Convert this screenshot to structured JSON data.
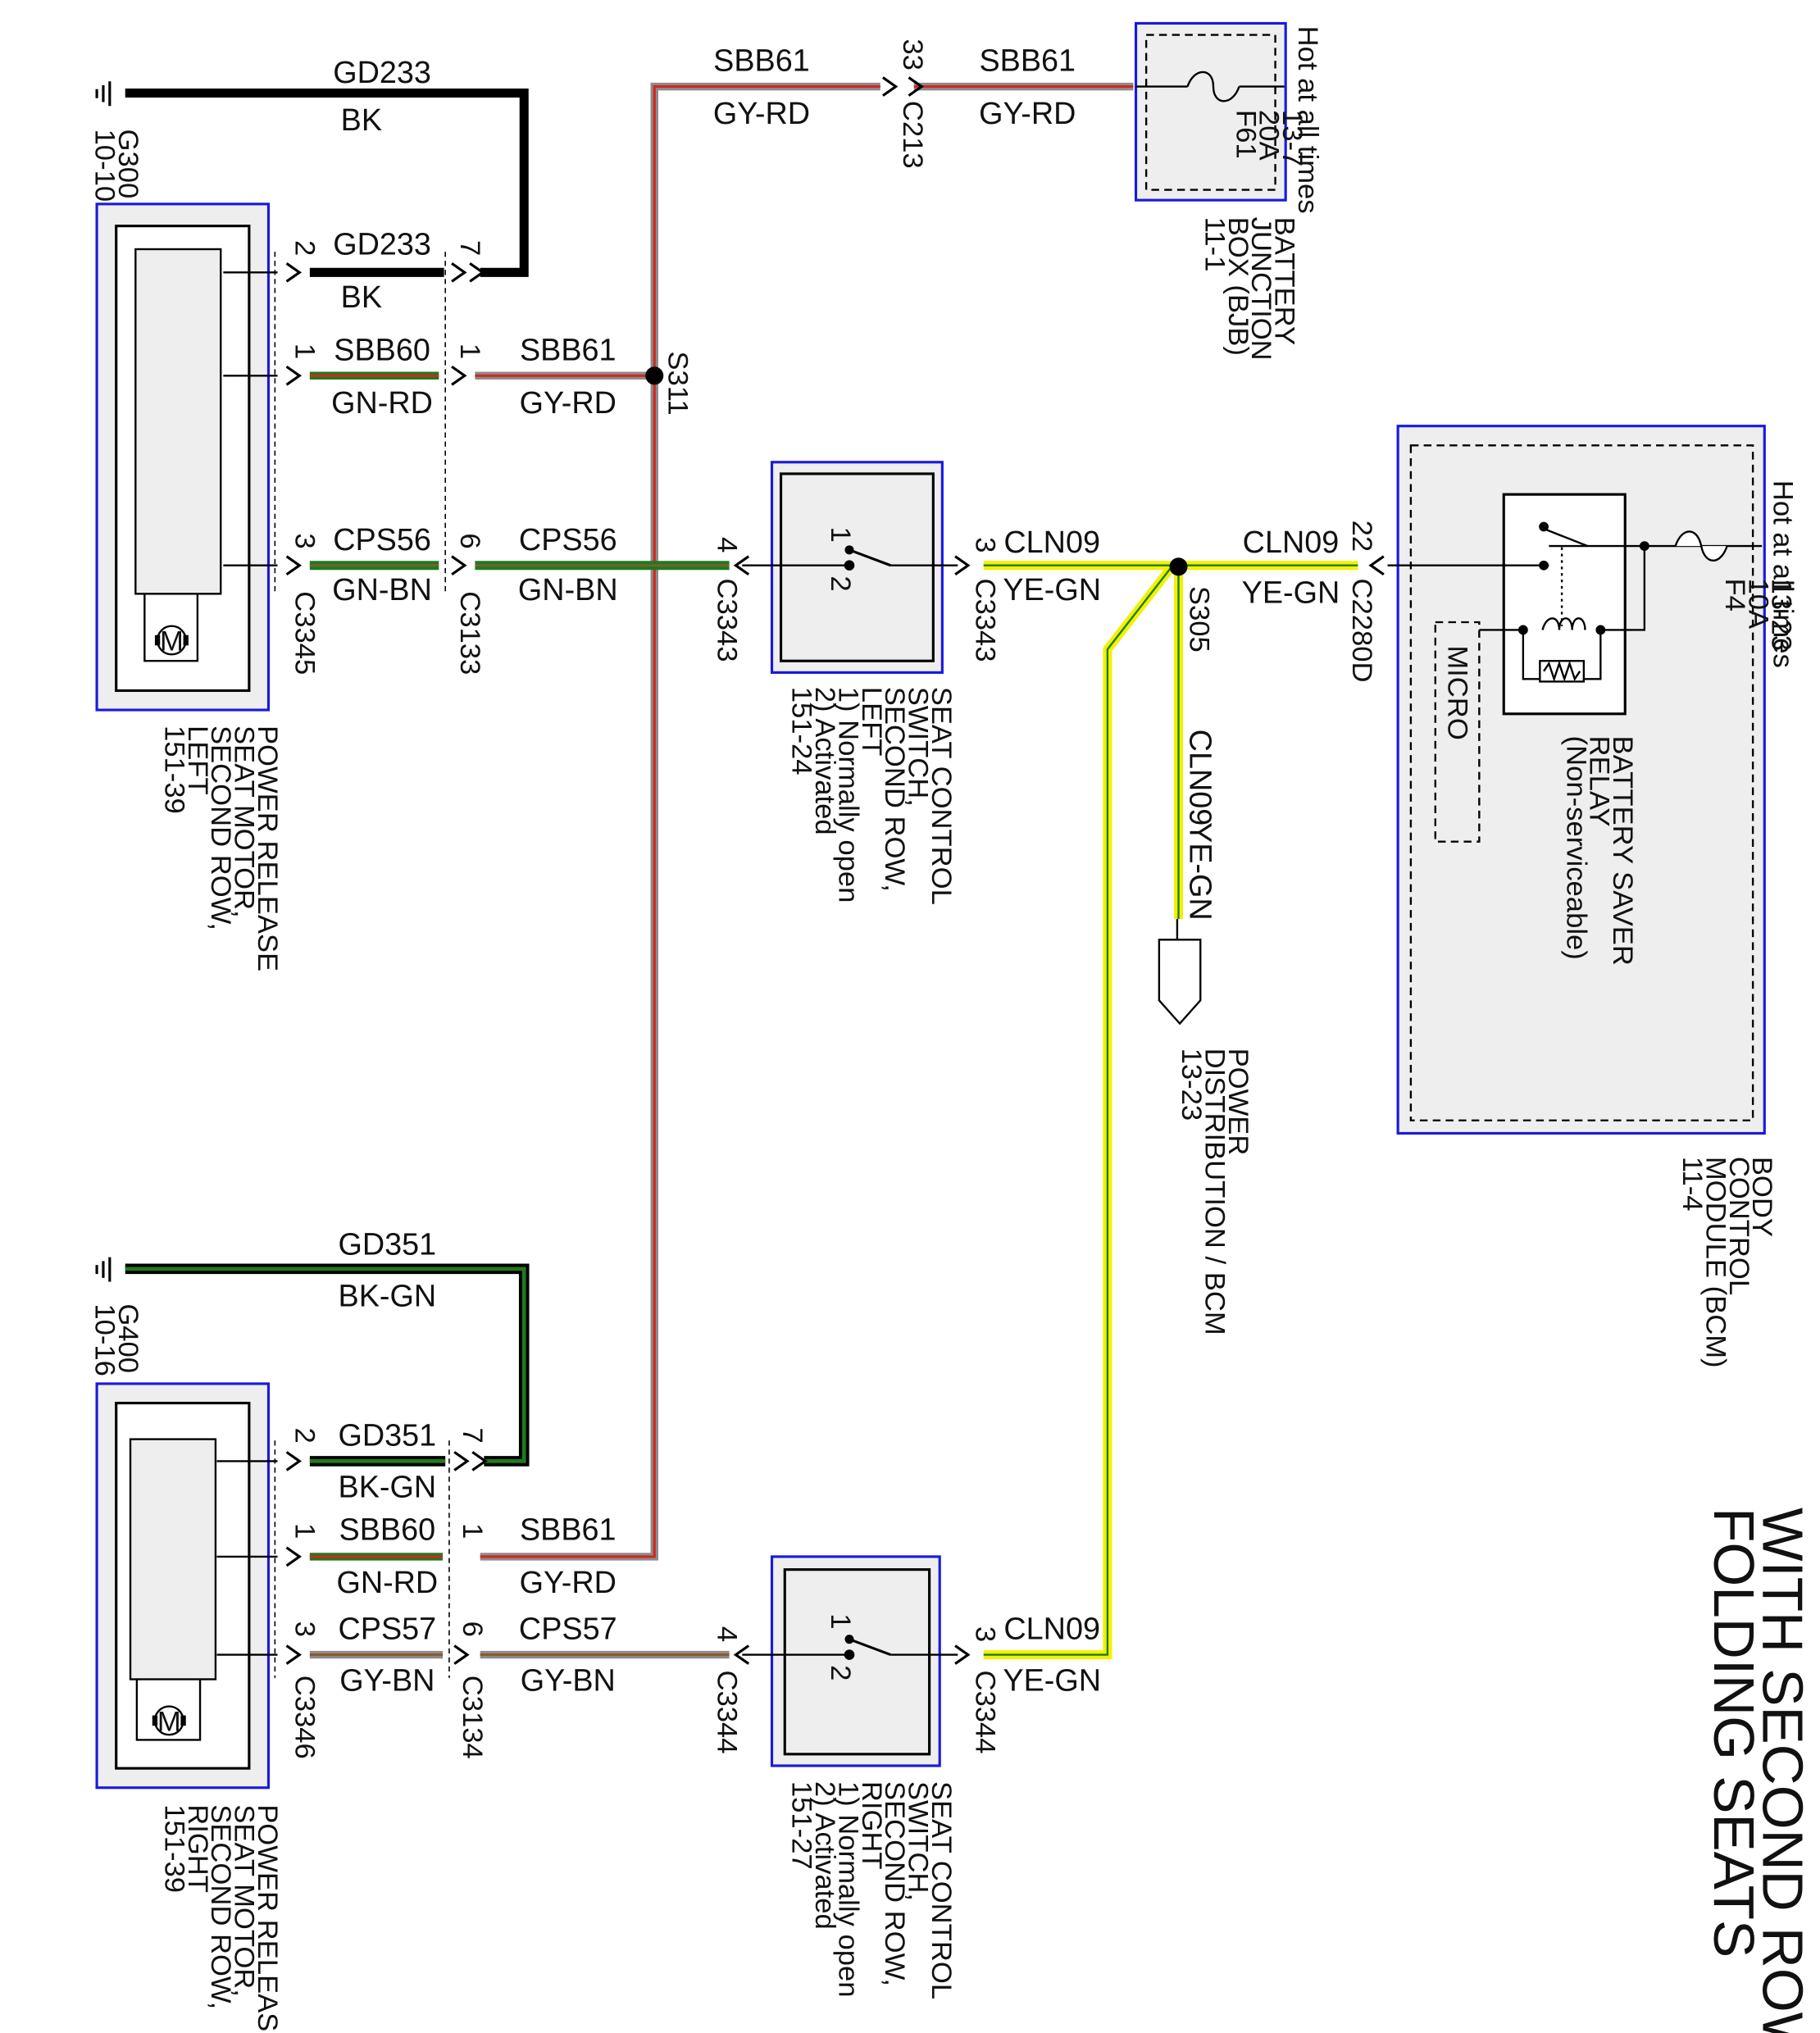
{
  "title_lines": [
    "WITH SECOND ROW",
    "FOLDING SEATS"
  ],
  "colors": {
    "bk": "#000000",
    "gy": "#8c8c8c",
    "rd": "#d2281e",
    "gn": "#1e7a1e",
    "ye": "#f2f200",
    "bn": "#8c5a2d",
    "component_border": "#1a1adc",
    "component_fill": "#eeeeee"
  },
  "ground_top": {
    "name": "G300",
    "page": "10-10"
  },
  "ground_bottom": {
    "name": "G400",
    "page": "10-16"
  },
  "hot_at_all_times": "Hot at all times",
  "bjb": {
    "fuse_name": "F61",
    "fuse_rating": "20A",
    "fuse_page": "13-7",
    "lines": [
      "BATTERY",
      "JUNCTION",
      "BOX (BJB)",
      "11-1"
    ]
  },
  "bcm": {
    "fuse_name": "F4",
    "fuse_rating": "10A",
    "fuse_page": "13-23",
    "relay_lines": [
      "BATTERY SAVER",
      "RELAY",
      "(Non-serviceable)"
    ],
    "micro_label": "MICRO",
    "lines": [
      "BODY",
      "CONTROL",
      "MODULE (BCM)",
      "11-4"
    ]
  },
  "power_distribution": [
    "POWER",
    "DISTRIBUTION / BCM",
    "13-23"
  ],
  "splices": {
    "s311": "S311",
    "s305": "S305"
  },
  "connectors": {
    "c213": "C213",
    "c2280d": "C2280D",
    "c3345": "C3345",
    "c3133": "C3133",
    "c3343": "C3343",
    "c3346": "C3346",
    "c3134": "C3134",
    "c3344": "C3344"
  },
  "pins": {
    "c213": "33",
    "c2280d": "22",
    "c3345": [
      "2",
      "1",
      "3"
    ],
    "c3133": [
      "7",
      "1",
      "6"
    ],
    "c3343_in": "4",
    "c3343_out": "3",
    "c3346": [
      "2",
      "1",
      "3"
    ],
    "c3134": [
      "7",
      "1",
      "6"
    ],
    "c3344_in": "4",
    "c3344_out": "3"
  },
  "switch_pins": [
    "1",
    "2"
  ],
  "motor_symbol": "M",
  "wires": {
    "gd233": {
      "circuit": "GD233",
      "color": "BK"
    },
    "gd351": {
      "circuit": "GD351",
      "color": "BK-GN"
    },
    "sbb61": {
      "circuit": "SBB61",
      "color": "GY-RD"
    },
    "sbb60": {
      "circuit": "SBB60",
      "color": "GN-RD"
    },
    "cps56": {
      "circuit": "CPS56",
      "color": "GN-BN"
    },
    "cps57": {
      "circuit": "CPS57",
      "color": "GY-BN"
    },
    "cln09": {
      "circuit": "CLN09",
      "color": "YE-GN"
    }
  },
  "motor_left": {
    "lines": [
      "POWER RELEASE",
      "SEAT MOTOR,",
      "SECOND ROW,",
      "LEFT",
      "151-39"
    ]
  },
  "motor_right": {
    "lines": [
      "POWER RELEASE",
      "SEAT MOTOR,",
      "SECOND ROW,",
      "RIGHT",
      "151-39"
    ]
  },
  "switch_left": {
    "lines": [
      "SEAT CONTROL",
      "SWITCH,",
      "SECOND ROW,",
      "LEFT",
      "1) Normally open",
      "2) Activated",
      "151-24"
    ]
  },
  "switch_right": {
    "lines": [
      "SEAT CONTROL",
      "SWITCH,",
      "SECOND ROW,",
      "RIGHT",
      "1) Normally open",
      "2) Activated",
      "151-27"
    ]
  }
}
